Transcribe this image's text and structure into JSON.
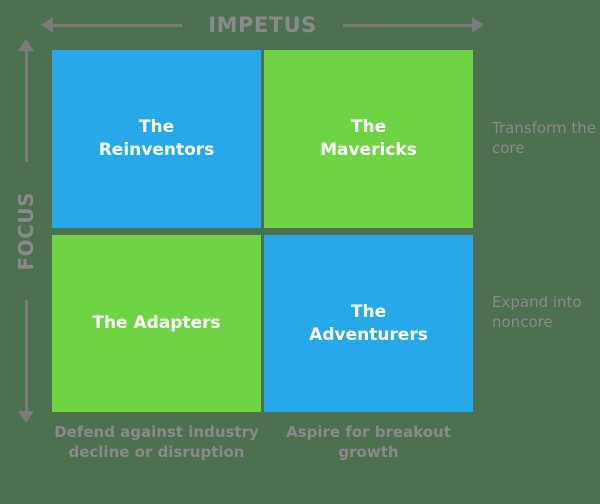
{
  "axes": {
    "horizontal": {
      "label": "IMPETUS",
      "left_arrow": "arrow-left-icon",
      "right_arrow": "arrow-right-icon"
    },
    "vertical": {
      "label": "FOCUS",
      "up_arrow": "arrow-up-icon",
      "down_arrow": "arrow-down-icon"
    }
  },
  "colors": {
    "blue": "#27a9e9",
    "green": "#6fd444",
    "background": "#4d7050",
    "gray_text": "#8a8a8a",
    "arrow": "#7b7b7b",
    "quadrant_text": "#ffffff"
  },
  "quadrants": [
    {
      "id": "top-left",
      "label": "The\nReinventors",
      "line1": "The",
      "line2": "Reinventors",
      "color": "#27a9e9",
      "color_name": "blue"
    },
    {
      "id": "top-right",
      "label": "The\nMavericks",
      "line1": "The",
      "line2": "Mavericks",
      "color": "#6fd444",
      "color_name": "green"
    },
    {
      "id": "bottom-left",
      "label": "The Adapters",
      "line1": "The Adapters",
      "line2": "",
      "color": "#6fd444",
      "color_name": "green"
    },
    {
      "id": "bottom-right",
      "label": "The\nAdventurers",
      "line1": "The",
      "line2": "Adventurers",
      "color": "#27a9e9",
      "color_name": "blue"
    }
  ],
  "row_notes": [
    {
      "id": "top-row",
      "text": "Transform the core"
    },
    {
      "id": "bottom-row",
      "text": "Expand into noncore"
    }
  ],
  "column_notes": [
    {
      "id": "left-column",
      "text": "Defend against industry decline or disruption"
    },
    {
      "id": "right-column",
      "text": "Aspire for breakout growth"
    }
  ]
}
